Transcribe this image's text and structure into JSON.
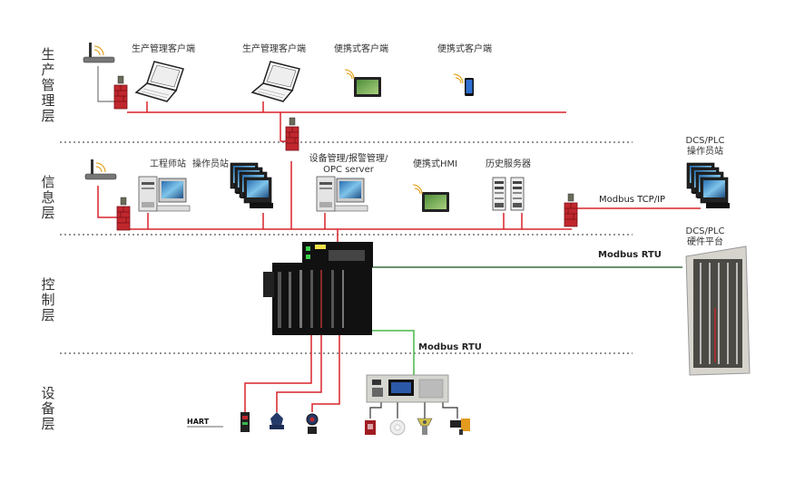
{
  "colors": {
    "ethernet": "#d8232a",
    "rtu_dark": "#3c6b3a",
    "rtu_light": "#46b84a",
    "device_wire": "#333333",
    "divider": "#555555",
    "firewall": "#c0272d"
  },
  "layers": [
    {
      "id": "production",
      "label": "生产管理层"
    },
    {
      "id": "information",
      "label": "信息层"
    },
    {
      "id": "control",
      "label": "控制层"
    },
    {
      "id": "device",
      "label": "设备层"
    }
  ],
  "production_layer": {
    "nodes": [
      {
        "label": "生产管理客户端",
        "icon": "laptop-icon"
      },
      {
        "label": "生产管理客户端",
        "icon": "laptop-icon"
      },
      {
        "label": "便携式客户端",
        "icon": "tablet-icon"
      },
      {
        "label": "便携式客户端",
        "icon": "phone-icon"
      }
    ]
  },
  "information_layer": {
    "nodes": [
      {
        "label": "工程师站",
        "icon": "workstation-icon"
      },
      {
        "label": "操作员站",
        "icon": "multi-workstation-icon"
      },
      {
        "label": "设备管理/报警管理/\nOPC server",
        "label_line1": "设备管理/报警管理/",
        "label_line2": "OPC server",
        "icon": "workstation-icon"
      },
      {
        "label": "便携式HMI",
        "icon": "tablet-icon"
      },
      {
        "label": "历史服务器",
        "icon": "server-icon"
      }
    ]
  },
  "external": {
    "dcs_station_line1": "DCS/PLC",
    "dcs_station_line2": "操作员站",
    "dcs_hw_line1": "DCS/PLC",
    "dcs_hw_line2": "硬件平台"
  },
  "links": {
    "tcp": "Modbus TCP/IP",
    "rtu_upper": "Modbus RTU",
    "rtu_lower": "Modbus RTU"
  },
  "device_layer": {
    "hart_label": "HART",
    "field_devices": [
      "transmitter-icon",
      "valve-positioner-icon",
      "pressure-transmitter-icon"
    ],
    "gas_devices": [
      "gas-detector-red-icon",
      "smoke-detector-icon",
      "gas-sensor-icon",
      "explosion-proof-camera-icon"
    ]
  }
}
